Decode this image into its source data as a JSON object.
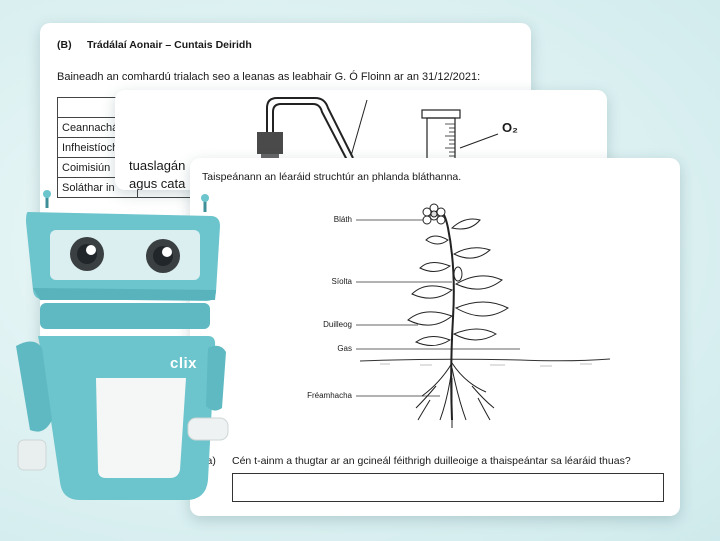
{
  "back_card": {
    "letter": "(B)",
    "title": "Trádálaí Aonair – Cuntais Deiridh",
    "intro": "Baineadh an comhardú trialach seo a leanas as leabhair G. Ó Floinn ar an 31/12/2021:",
    "rows": [
      "",
      "Ceannachá",
      "Infheistíoch",
      "Coimisiún",
      "Soláthar in"
    ]
  },
  "mid_card": {
    "text_line1": "tuaslagán",
    "text_line2": "agus cata",
    "o2_label": "O₂"
  },
  "front_card": {
    "intro": "Taispeánann an léaráid struchtúr an phlanda bláthanna.",
    "labels": {
      "flower": "Bláth",
      "stem": "Síolta",
      "leaf": "Duilleog",
      "ground": "Gas",
      "roots": "Fréamhacha"
    },
    "question_label": "(a)",
    "question_text": "Cén t-ainm a thugtar ar an gcineál féithrigh duilleoige a thaispeántar sa léaráid thuas?",
    "answer_value": ""
  },
  "robot": {
    "badge": "clix",
    "body_color": "#6cc4cc",
    "dark_color": "#3f8f98"
  }
}
